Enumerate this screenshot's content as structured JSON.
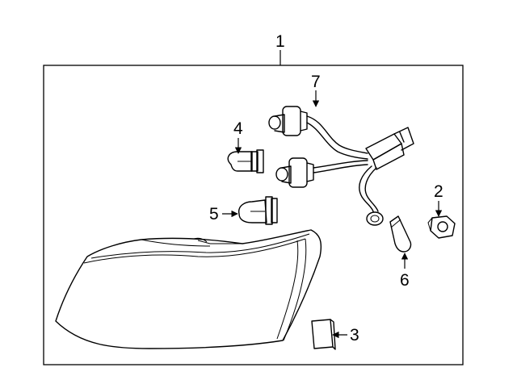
{
  "callouts": {
    "c1": "1",
    "c2": "2",
    "c3": "3",
    "c4": "4",
    "c5": "5",
    "c6": "6",
    "c7": "7"
  },
  "parts": [
    {
      "callout": "1",
      "icon": "tail-lamp-assembly-icon"
    },
    {
      "callout": "2",
      "icon": "mounting-nut-icon"
    },
    {
      "callout": "3",
      "icon": "reflector-pad-icon"
    },
    {
      "callout": "4",
      "icon": "bulb-icon"
    },
    {
      "callout": "5",
      "icon": "bulb-icon"
    },
    {
      "callout": "6",
      "icon": "wedge-bulb-icon"
    },
    {
      "callout": "7",
      "icon": "socket-wire-harness-icon"
    }
  ],
  "colors": {
    "line": "#000000",
    "background": "#ffffff"
  }
}
